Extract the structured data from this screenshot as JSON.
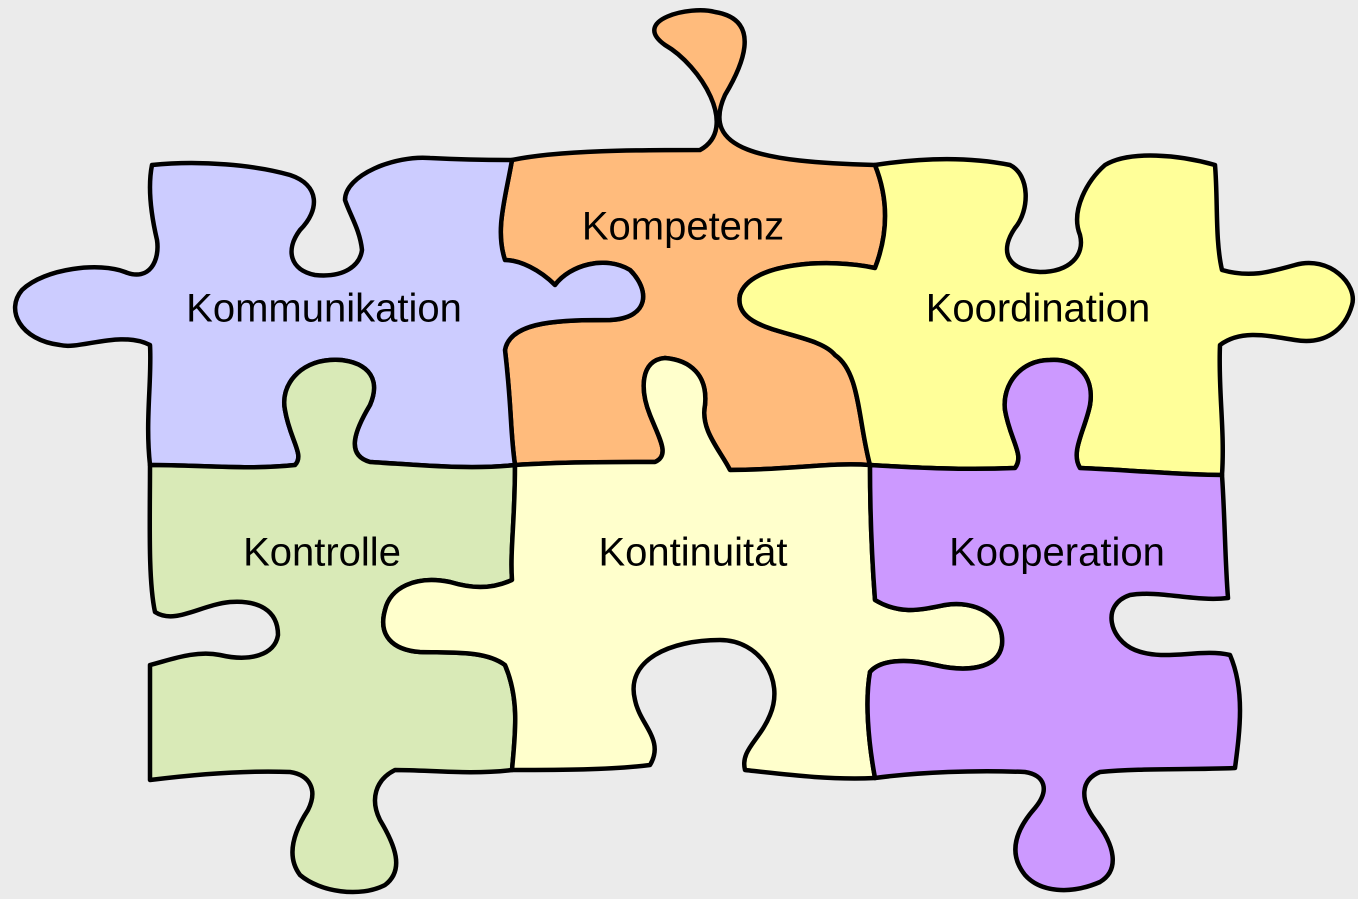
{
  "pieces": {
    "kommunikation": {
      "label": "Kommunikation",
      "color": "#ccccff"
    },
    "kompetenz": {
      "label": "Kompetenz",
      "color": "#ffbb7c"
    },
    "koordination": {
      "label": "Koordination",
      "color": "#ffff99"
    },
    "kontrolle": {
      "label": "Kontrolle",
      "color": "#d9eab7"
    },
    "kontinuitaet": {
      "label": "Kontinuität",
      "color": "#ffffcc"
    },
    "kooperation": {
      "label": "Kooperation",
      "color": "#cc99ff"
    }
  },
  "background": "#ebebeb",
  "outline": "#000000"
}
